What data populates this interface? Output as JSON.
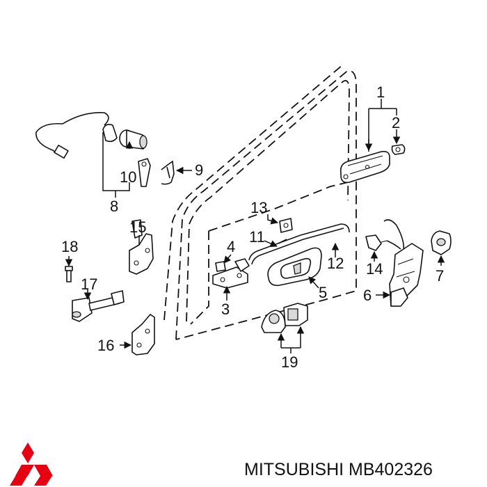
{
  "callouts": {
    "c1": "1",
    "c2": "2",
    "c3": "3",
    "c4": "4",
    "c5": "5",
    "c6": "6",
    "c7": "7",
    "c8": "8",
    "c9": "9",
    "c10": "10",
    "c11": "11",
    "c12": "12",
    "c13": "13",
    "c14": "14",
    "c15": "15",
    "c16": "16",
    "c17": "17",
    "c18": "18",
    "c19": "19"
  },
  "footer": {
    "caption": "MITSUBISHI MB402326",
    "logo_icon": "mitsubishi-three-diamond-logo",
    "logo_color": "#e60012"
  }
}
